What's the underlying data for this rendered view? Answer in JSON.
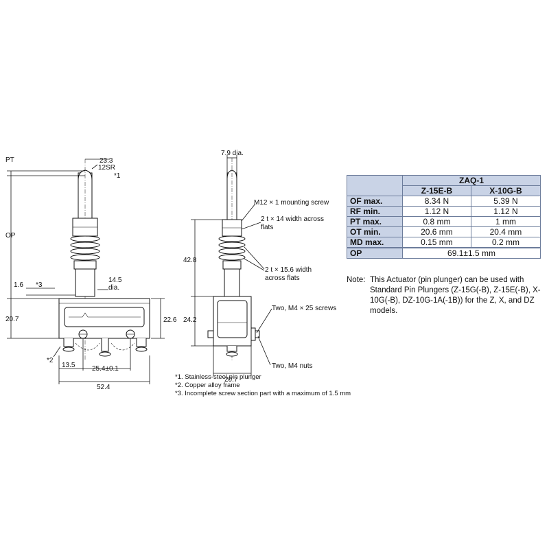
{
  "front_view": {
    "pt": "PT",
    "op": "OP",
    "d_23_3": "23.3",
    "d_12sr": "12SR",
    "ref1": "*1",
    "d_1_6": "1.6",
    "ref3": "*3",
    "d_14_5": "14.5",
    "dia": "dia.",
    "d_20_7": "20.7",
    "d_22_6": "22.6",
    "ref2": "*2",
    "d_13_5": "13.5",
    "d_25_4": "25.4±0.1",
    "d_52_4": "52.4"
  },
  "side_view": {
    "d_7_9": "7.9 dia.",
    "mount_screw": "M12 × 1 mounting screw",
    "flats14_l1": "2 t × 14 width across",
    "flats14_l2": "flats",
    "flats15_l1": "2 t × 15.6 width",
    "flats15_l2": "across flats",
    "d_42_8": "42.8",
    "d_24_2": "24.2",
    "screws": "Two, M4 × 25 screws",
    "nuts": "Two, M4 nuts",
    "d_20_7": "20.7"
  },
  "footnotes": [
    "*1. Stainless-steel pin plunger",
    "*2. Copper alloy frame",
    "*3. Incomplete screw section part with a maximum of 1.5 mm"
  ],
  "table": {
    "group": "ZAQ-1",
    "columns": [
      "Z-15E-B",
      "X-10G-B"
    ],
    "rows": [
      {
        "label": "OF max.",
        "a": "8.34 N",
        "b": "5.39 N"
      },
      {
        "label": "RF min.",
        "a": "1.12 N",
        "b": "1.12 N"
      },
      {
        "label": "PT max.",
        "a": "0.8 mm",
        "b": "1 mm"
      },
      {
        "label": "OT min.",
        "a": "20.6 mm",
        "b": "20.4 mm"
      },
      {
        "label": "MD max.",
        "a": "0.15 mm",
        "b": "0.2 mm"
      }
    ],
    "op_label": "OP",
    "op_value": "69.1±1.5 mm"
  },
  "note": {
    "label": "Note:",
    "text": "This Actuator (pin plunger) can be used with Standard Pin Plungers (Z-15G(-B), Z-15E(-B), X-10G(-B), DZ-10G-1A(-1B)) for the Z, X, and DZ models."
  }
}
